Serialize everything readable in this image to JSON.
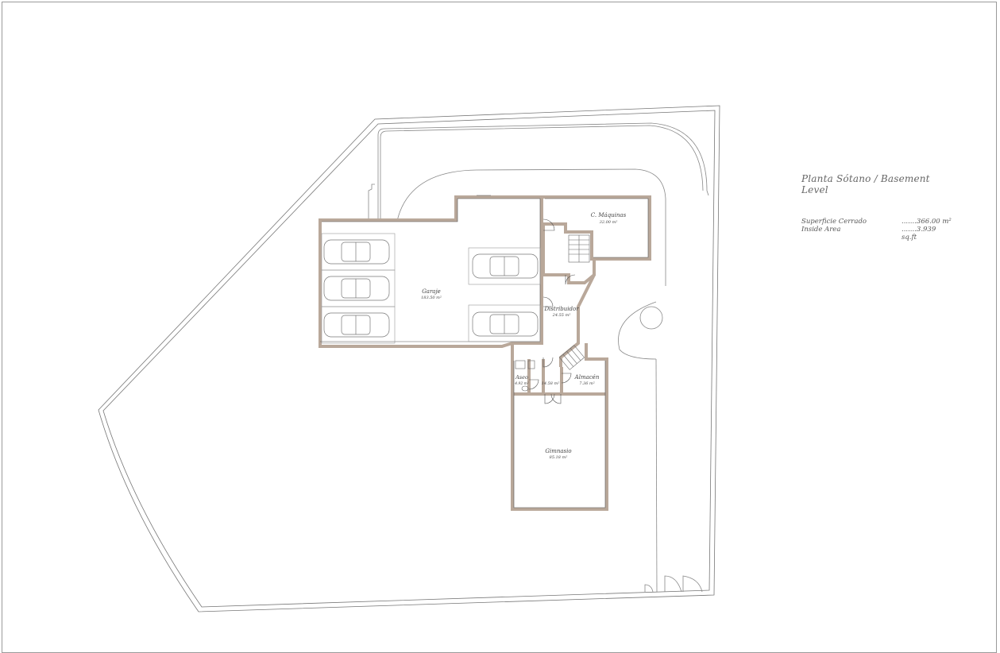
{
  "legend": {
    "title": "Planta Sótano / Basement Level",
    "rows": [
      {
        "label": "Superficie Cerrado",
        "value": ".......366.00 m²"
      },
      {
        "label": "Inside Area",
        "value": ".......3.939 sq.ft"
      }
    ]
  },
  "rooms": {
    "garaje": {
      "name": "Garaje",
      "area": "183.50 m²"
    },
    "maquinas": {
      "name": "C. Máquinas",
      "area": "32.00 m²"
    },
    "distribuidor": {
      "name": "Distribuidor",
      "area": "24.55 m²"
    },
    "aseo": {
      "name": "Aseo",
      "area": "4.92 m²"
    },
    "hall": {
      "name": "",
      "area": "14.58 m²"
    },
    "almacen": {
      "name": "Almacén",
      "area": "7.36 m²"
    },
    "gimnasio": {
      "name": "Gimnasio",
      "area": "85.18 m²"
    }
  },
  "colors": {
    "wall": "#b9a89a",
    "line": "#6b6b6b",
    "floor": "#ffffff"
  }
}
